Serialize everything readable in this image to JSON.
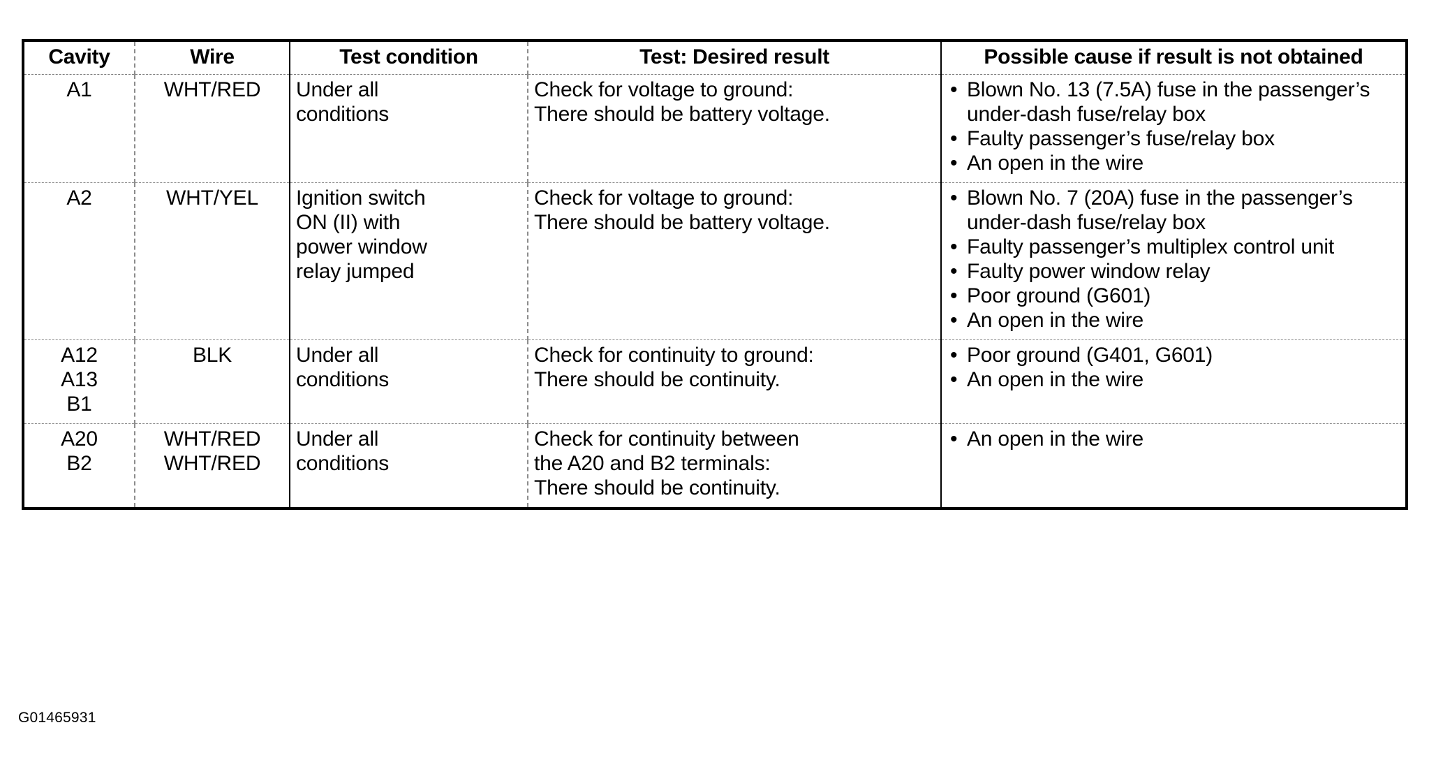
{
  "figure": {
    "caption": "G01465931",
    "bullet_glyph": "•"
  },
  "table": {
    "headers": {
      "cavity": "Cavity",
      "wire": "Wire",
      "test_condition": "Test condition",
      "test_desired_result": "Test: Desired result",
      "possible_cause": "Possible cause if result is not obtained"
    },
    "rows": [
      {
        "cavity": [
          "A1"
        ],
        "wire": [
          "WHT/RED"
        ],
        "test_condition": [
          "Under all",
          "conditions"
        ],
        "test_result": [
          "Check for voltage to ground:",
          "There should be battery voltage."
        ],
        "causes": [
          "Blown No. 13 (7.5A) fuse in the passenger’s under-dash fuse/relay box",
          "Faulty passenger’s fuse/relay box",
          "An open in the wire"
        ]
      },
      {
        "cavity": [
          "A2"
        ],
        "wire": [
          "WHT/YEL"
        ],
        "test_condition": [
          "Ignition switch",
          "ON (II) with",
          "power window",
          "relay jumped"
        ],
        "test_result": [
          "Check for voltage to ground:",
          "There should be battery voltage."
        ],
        "causes": [
          "Blown No. 7 (20A) fuse in the passenger’s under-dash fuse/relay box",
          "Faulty passenger’s multiplex control unit",
          "Faulty power window relay",
          "Poor ground (G601)",
          "An open in the wire"
        ]
      },
      {
        "cavity": [
          "A12",
          "A13",
          "B1"
        ],
        "wire": [
          "BLK"
        ],
        "test_condition": [
          "Under all",
          "conditions"
        ],
        "test_result": [
          "Check for continuity to ground:",
          "There should be continuity."
        ],
        "causes": [
          "Poor ground (G401, G601)",
          "An open in the wire"
        ]
      },
      {
        "cavity": [
          "A20",
          "B2"
        ],
        "wire": [
          "WHT/RED",
          "WHT/RED"
        ],
        "test_condition": [
          "Under all",
          "conditions"
        ],
        "test_result": [
          "Check for continuity between",
          "the A20 and B2 terminals:",
          "There should be continuity."
        ],
        "causes": [
          "An open in the wire"
        ]
      }
    ]
  }
}
